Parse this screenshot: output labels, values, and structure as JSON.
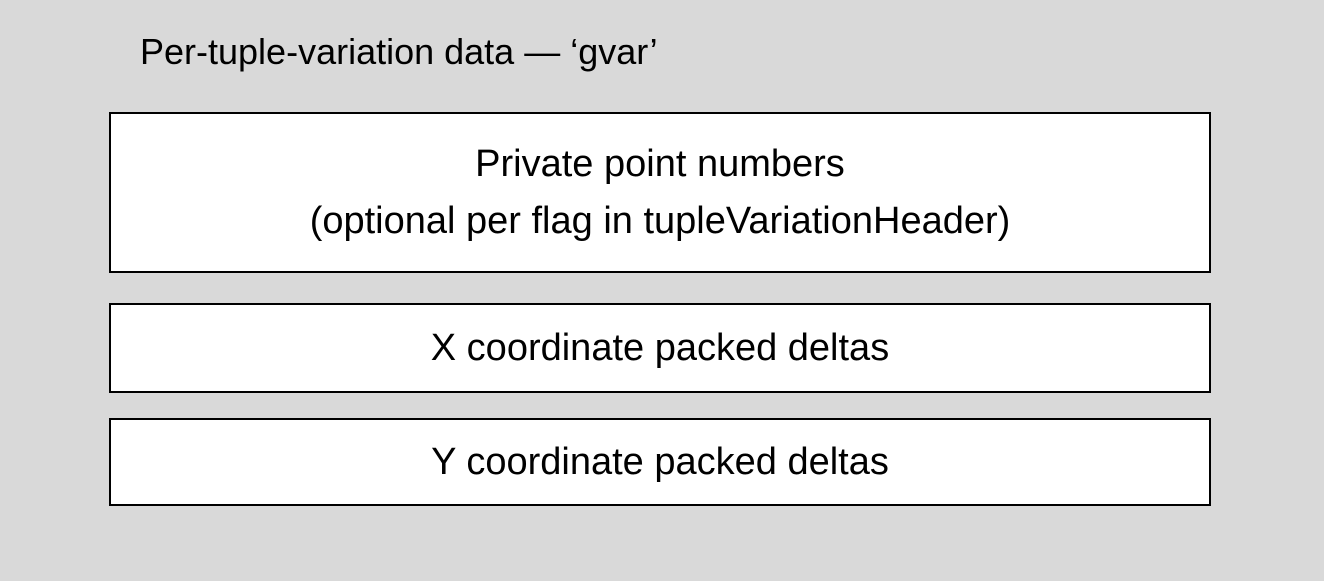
{
  "diagram": {
    "title": "Per-tuple-variation data — ‘gvar’",
    "background_color": "#d9d9d9",
    "box_fill_color": "#ffffff",
    "box_border_color": "#000000",
    "text_color": "#000000",
    "boxes": [
      {
        "id": "private-point-numbers",
        "lines": {
          "0": "Private point numbers",
          "1": "(optional per flag in tupleVariationHeader)"
        }
      },
      {
        "id": "x-coordinate-packed-deltas",
        "lines": {
          "0": "X coordinate packed deltas"
        }
      },
      {
        "id": "y-coordinate-packed-deltas",
        "lines": {
          "0": "Y coordinate packed deltas"
        }
      }
    ]
  }
}
